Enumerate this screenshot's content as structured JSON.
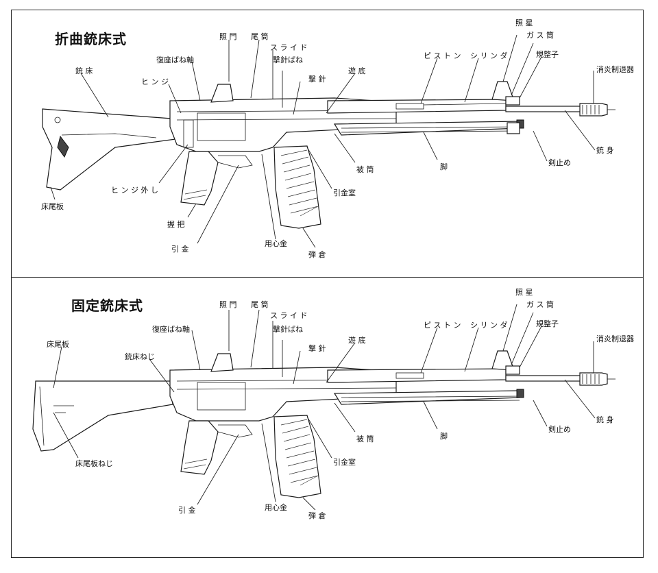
{
  "top_panel": {
    "title": "折曲銃床式",
    "labels": {
      "shomon": "照 門",
      "bitou": "尾 筒",
      "slide": "ス ラ イ ド",
      "fukuza_jiku": "復座ばね軸",
      "gekishin_bane": "撃針ばね",
      "gekishin": "撃 針",
      "yuutei": "遊 底",
      "piston": "ピ ス ト ン",
      "cylinder": "シ リ ン ダ",
      "shosei": "照 星",
      "gasutou": "ガ ス 筒",
      "kiseishi": "規整子",
      "shouen": "消炎制退器",
      "jushou": "銃 床",
      "hinge": "ヒ ン ジ",
      "hinge_hazushi": "ヒ ン ジ 外 し",
      "shoubiban": "床尾板",
      "aku": "握 把",
      "hikigane": "引 金",
      "youjingane": "用心金",
      "dansou": "弾 倉",
      "hikiganeshitsu": "引金室",
      "hitou": "被 筒",
      "kyaku": "脚",
      "kendome": "剣止め",
      "jushin": "銃 身"
    }
  },
  "bottom_panel": {
    "title": "固定銃床式",
    "labels": {
      "shomon": "照 門",
      "bitou": "尾 筒",
      "slide": "ス ラ イ ド",
      "fukuza_jiku": "復座ばね軸",
      "gekishin_bane": "撃針ばね",
      "gekishin": "撃 針",
      "yuutei": "遊 底",
      "piston": "ピ ス ト ン",
      "cylinder": "シ リ ン ダ",
      "shosei": "照 星",
      "gasutou": "ガ ス 筒",
      "kiseishi": "規整子",
      "shouen": "消炎制退器",
      "shoubiban": "床尾板",
      "jushou_neji": "銃床ねじ",
      "shoubiban_neji": "床尾板ねじ",
      "hikigane": "引 金",
      "youjingane": "用心金",
      "dansou": "弾 倉",
      "hikiganeshitsu": "引金室",
      "hitou": "被 筒",
      "kyaku": "脚",
      "kendome": "剣止め",
      "jushin": "銃 身"
    }
  }
}
